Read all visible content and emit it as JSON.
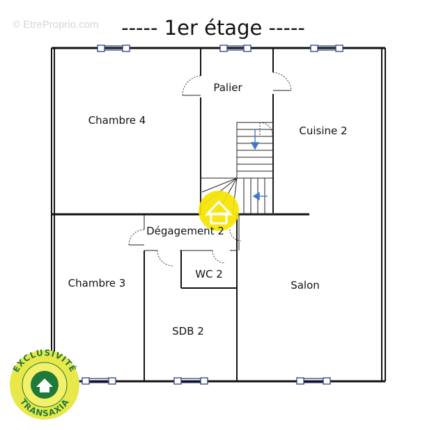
{
  "watermark": "© EtreProprio.com",
  "title": "-----  1er étage  -----",
  "rooms": {
    "palier": "Palier",
    "chambre4": "Chambre 4",
    "cuisine2": "Cuisine 2",
    "degagement2": "Dégagement 2",
    "chambre3": "Chambre 3",
    "wc2": "WC 2",
    "salon": "Salon",
    "sdb2": "SDB  2"
  },
  "badge": {
    "top": "EXCLUSIVITÉ",
    "bottom": "TRANSAXIA"
  },
  "colors": {
    "walls": "#111111",
    "windows": "#2c3f86",
    "stair_arrows": "#4477cc",
    "logo_yellow": "#f4e400",
    "badge_yellow": "#e8e84a",
    "badge_green": "#1f7a3a"
  }
}
